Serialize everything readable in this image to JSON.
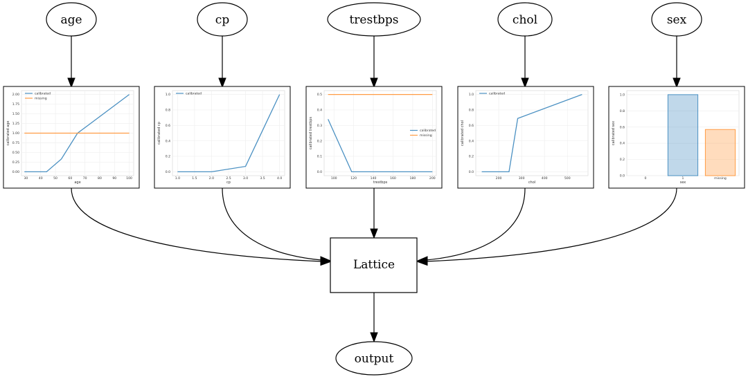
{
  "diagram": {
    "input_nodes": [
      {
        "id": "age",
        "label": "age"
      },
      {
        "id": "cp",
        "label": "cp"
      },
      {
        "id": "trestbps",
        "label": "trestbps"
      },
      {
        "id": "chol",
        "label": "chol"
      },
      {
        "id": "sex",
        "label": "sex"
      }
    ],
    "lattice": {
      "label": "Lattice"
    },
    "output": {
      "label": "output"
    }
  },
  "chart_data": [
    {
      "type": "line",
      "xlabel": "age",
      "ylabel": "calibrated age",
      "xlim": [
        27,
        103
      ],
      "ylim": [
        -0.1,
        2.1
      ],
      "xticks": [
        30,
        40,
        50,
        60,
        70,
        80,
        90,
        100
      ],
      "yticks": [
        0.0,
        0.25,
        0.5,
        0.75,
        1.0,
        1.25,
        1.5,
        1.75,
        2.0
      ],
      "ytick_labels": [
        "0.00",
        "0.25",
        "0.50",
        "0.75",
        "1.00",
        "1.25",
        "1.50",
        "1.75",
        "2.00"
      ],
      "legend": [
        "calibrated",
        "missing"
      ],
      "legend_position": "top-left",
      "grid": true,
      "series": [
        {
          "name": "calibrated",
          "color": "#4a90c2",
          "x": [
            29,
            44,
            54,
            65,
            100
          ],
          "y": [
            0.0,
            0.0,
            0.33,
            1.0,
            2.0
          ]
        },
        {
          "name": "missing",
          "color": "#ff9b43",
          "x": [
            29,
            100
          ],
          "y": [
            1.0,
            1.0
          ]
        }
      ]
    },
    {
      "type": "line",
      "xlabel": "cp",
      "ylabel": "calibrated cp",
      "xlim": [
        0.85,
        4.15
      ],
      "ylim": [
        -0.05,
        1.05
      ],
      "xticks": [
        1.0,
        1.5,
        2.0,
        2.5,
        3.0,
        3.5,
        4.0
      ],
      "xtick_labels": [
        "1.0",
        "1.5",
        "2.0",
        "2.5",
        "3.0",
        "3.5",
        "4.0"
      ],
      "yticks": [
        0.0,
        0.2,
        0.4,
        0.6,
        0.8,
        1.0
      ],
      "ytick_labels": [
        "0.0",
        "0.2",
        "0.4",
        "0.6",
        "0.8",
        "1.0"
      ],
      "legend": [
        "calibrated"
      ],
      "legend_position": "top-left",
      "grid": true,
      "series": [
        {
          "name": "calibrated",
          "color": "#4a90c2",
          "x": [
            1,
            2,
            3,
            4
          ],
          "y": [
            0.0,
            0.0,
            0.07,
            1.0
          ]
        }
      ]
    },
    {
      "type": "line",
      "xlabel": "trestbps",
      "ylabel": "calibrated trestbps",
      "xlim": [
        90,
        204
      ],
      "ylim": [
        -0.025,
        0.525
      ],
      "xticks": [
        100,
        120,
        140,
        160,
        180,
        200
      ],
      "yticks": [
        0.0,
        0.1,
        0.2,
        0.3,
        0.4,
        0.5
      ],
      "ytick_labels": [
        "0.0",
        "0.1",
        "0.2",
        "0.3",
        "0.4",
        "0.5"
      ],
      "legend": [
        "calibrated",
        "missing"
      ],
      "legend_position": "center-right",
      "grid": true,
      "series": [
        {
          "name": "calibrated",
          "color": "#4a90c2",
          "x": [
            94,
            118,
            200
          ],
          "y": [
            0.34,
            0.0,
            0.0
          ]
        },
        {
          "name": "missing",
          "color": "#ff9b43",
          "x": [
            94,
            200
          ],
          "y": [
            0.5,
            0.5
          ]
        }
      ]
    },
    {
      "type": "line",
      "xlabel": "chol",
      "ylabel": "calibrated chol",
      "xlim": [
        100,
        590
      ],
      "ylim": [
        -0.05,
        1.05
      ],
      "xticks": [
        200,
        300,
        400,
        500
      ],
      "yticks": [
        0.0,
        0.2,
        0.4,
        0.6,
        0.8,
        1.0
      ],
      "ytick_labels": [
        "0.0",
        "0.2",
        "0.4",
        "0.6",
        "0.8",
        "1.0"
      ],
      "legend": [
        "calibrated"
      ],
      "legend_position": "top-left",
      "grid": true,
      "series": [
        {
          "name": "calibrated",
          "color": "#4a90c2",
          "x": [
            126,
            245,
            283,
            564
          ],
          "y": [
            0.0,
            0.0,
            0.69,
            1.0
          ]
        }
      ]
    },
    {
      "type": "bar",
      "xlabel": "sex",
      "ylabel": "calibrated sex",
      "categories": [
        "0",
        "1",
        "missing"
      ],
      "values": [
        0.0,
        1.0,
        0.57
      ],
      "colors": [
        "#4a90c2",
        "#4a90c2",
        "#ff9b43"
      ],
      "ylim": [
        0,
        1.05
      ],
      "yticks": [
        0.0,
        0.2,
        0.4,
        0.6,
        0.8,
        1.0
      ],
      "ytick_labels": [
        "0.0",
        "0.2",
        "0.4",
        "0.6",
        "0.8",
        "1.0"
      ],
      "grid": true
    }
  ]
}
